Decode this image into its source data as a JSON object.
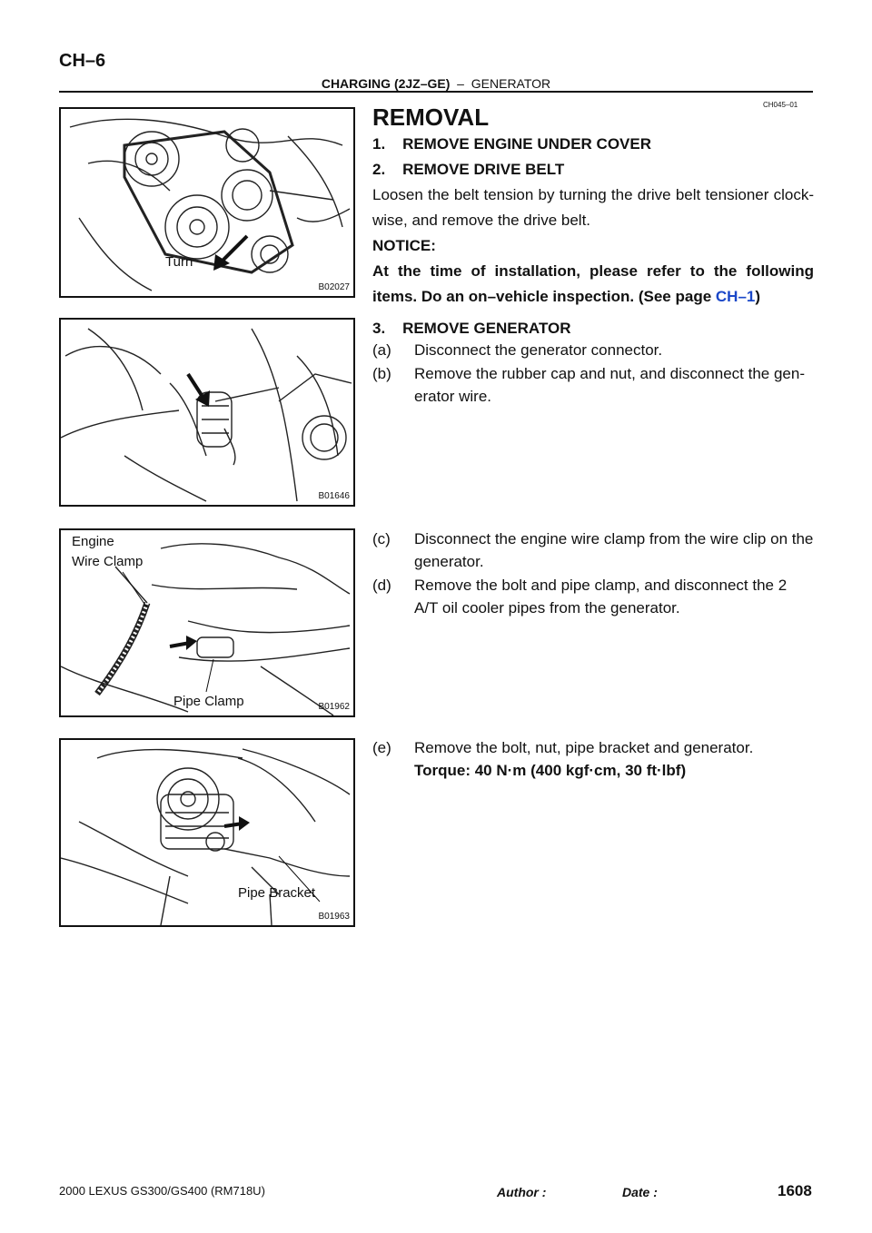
{
  "header": {
    "page_code": "CH–6",
    "section_bold": "CHARGING (2JZ–GE)",
    "section_sep": "  –  ",
    "section_topic": "GENERATOR",
    "ref_code": "CH045–01"
  },
  "figures": [
    {
      "code": "B02027",
      "labels": [
        "Turn"
      ]
    },
    {
      "code": "B01646",
      "labels": []
    },
    {
      "code": "B01962",
      "labels": [
        "Engine",
        "Wire Clamp",
        "Pipe Clamp"
      ]
    },
    {
      "code": "B01963",
      "labels": [
        "Pipe Bracket"
      ]
    }
  ],
  "content": {
    "title": "REMOVAL",
    "step1": "1.    REMOVE ENGINE UNDER COVER",
    "step2": "2.    REMOVE DRIVE BELT",
    "step2_text": "Loosen the belt tension by turning the drive belt tensioner clock-wise, and remove the drive belt.",
    "notice_label": "NOTICE:",
    "notice_text": "At the time of installation, please refer to the following items. Do an on–vehicle inspection. (See page ",
    "notice_link": "CH–1",
    "notice_close": ")",
    "step3": "3.    REMOVE GENERATOR",
    "a_letter": "(a)",
    "a_text": "Disconnect the generator connector.",
    "b_letter": "(b)",
    "b_text1": "Remove the rubber cap and nut, and disconnect the gen-",
    "b_text2": "erator wire.",
    "c_letter": "(c)",
    "c_text1": "Disconnect the engine wire clamp from the wire clip on the",
    "c_text2": "generator.",
    "d_letter": "(d)",
    "d_text1": "Remove the bolt and pipe clamp, and disconnect the 2",
    "d_text2": "A/T oil cooler pipes from the generator.",
    "e_letter": "(e)",
    "e_text": "Remove the bolt, nut, pipe bracket and generator.",
    "torque": "Torque: 40 N·m (400 kgf·cm, 30 ft·lbf)"
  },
  "footer": {
    "book": "2000 LEXUS GS300/GS400   (RM718U)",
    "author_label": "Author :",
    "date_label": "Date :",
    "page_number": "1608"
  }
}
